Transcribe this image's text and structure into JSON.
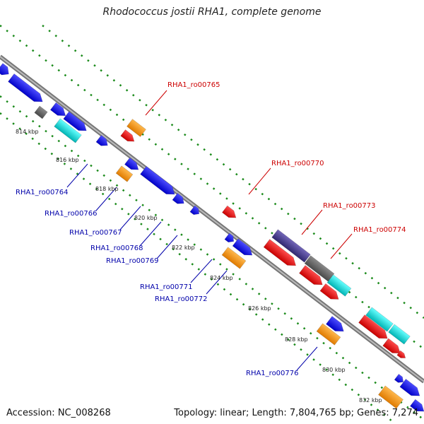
{
  "title": "Rhodococcus jostii RHA1, complete genome",
  "footer": {
    "accession": "Accession: NC_008268",
    "stats": "Topology: linear; Length: 7,804,765 bp; Genes: 7,274"
  },
  "colors": {
    "backbone": "#888888",
    "tick_green": "#1a8a1a",
    "red_label": "#cc0000",
    "blue_label": "#0000aa",
    "blue_gene": "#0000ee",
    "red_gene": "#ee0000",
    "orange_gene": "#ff9900",
    "cyan_gene": "#00dddd",
    "gray_gene": "#666666",
    "purple_gene": "#4a3f8f"
  },
  "kbp_labels": [
    "814 kbp",
    "816 kbp",
    "818 kbp",
    "820 kbp",
    "822 kbp",
    "824 kbp",
    "826 kbp",
    "828 kbp",
    "830 kbp",
    "832 kbp"
  ],
  "gene_labels_red": [
    "RHA1_ro00765",
    "RHA1_ro00770",
    "RHA1_ro00773",
    "RHA1_ro00774"
  ],
  "gene_labels_blue": [
    "RHA1_ro00764",
    "RHA1_ro00766",
    "RHA1_ro00767",
    "RHA1_ro00768",
    "RHA1_ro00769",
    "RHA1_ro00771",
    "RHA1_ro00772",
    "RHA1_ro00776"
  ]
}
